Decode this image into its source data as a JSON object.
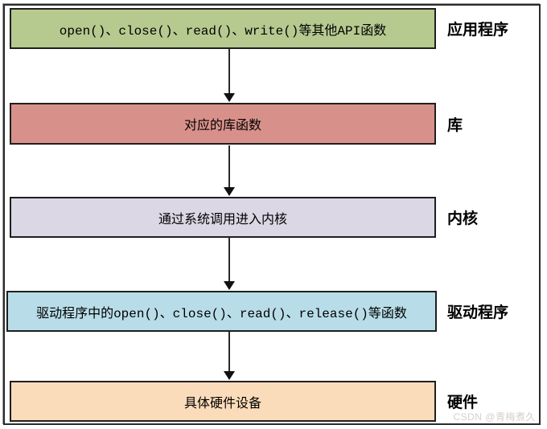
{
  "diagram": {
    "rows": [
      {
        "box_text": "open()、close()、read()、write()等其他API函数",
        "label": "应用程序",
        "color": "#b6ca90"
      },
      {
        "box_text": "对应的库函数",
        "label": "库",
        "color": "#d8918a"
      },
      {
        "box_text": "通过系统调用进入内核",
        "label": "内核",
        "color": "#dcd7e4"
      },
      {
        "box_text": "驱动程序中的open()、close()、read()、release()等函数",
        "label": "驱动程序",
        "color": "#b8dde8"
      },
      {
        "box_text": "具体硬件设备",
        "label": "硬件",
        "color": "#fbdcba"
      }
    ],
    "watermark": "CSDN @青梅煮久",
    "colors": {
      "frame_border": "#2b2b2b",
      "box_border": "#1f1f1f",
      "arrow": "#111111",
      "watermark_text": "#d5cfc9"
    }
  }
}
